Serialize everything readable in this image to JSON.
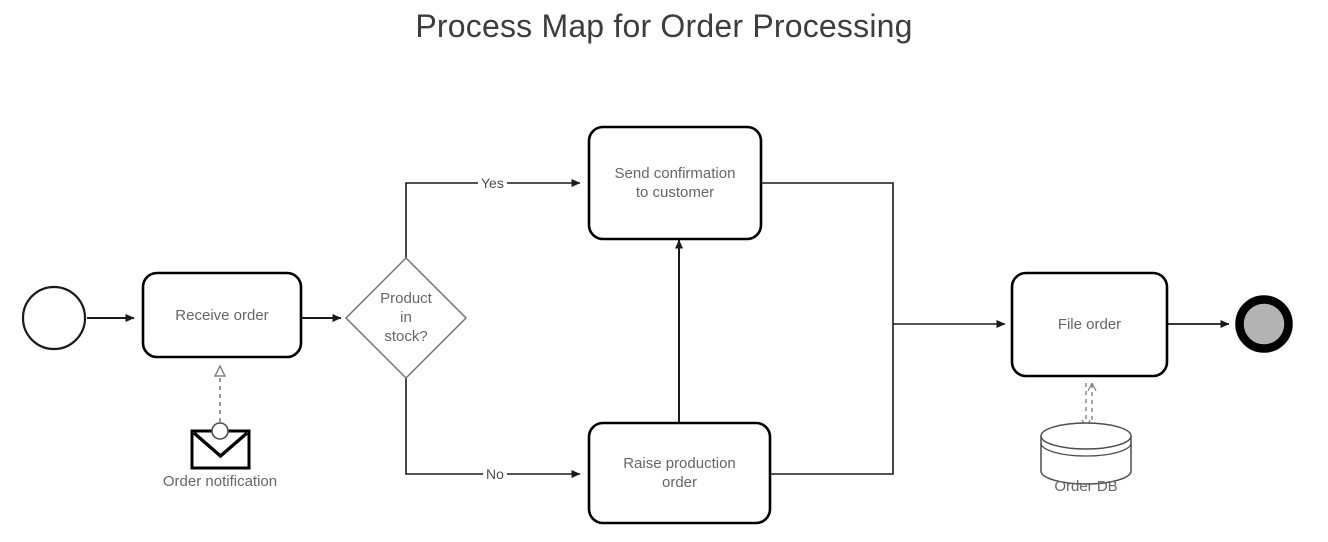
{
  "title": "Process Map for Order Processing",
  "colors": {
    "background": "#ffffff",
    "task_stroke": "#000000",
    "gateway_stroke": "#666666",
    "label_text": "#666666",
    "title_text": "#3d3d3d",
    "end_event_fill": "#b3b3b3",
    "association_stroke": "#808080"
  },
  "nodes": {
    "start_event": {
      "type": "start-event",
      "label": ""
    },
    "receive_order": {
      "type": "task",
      "label": "Receive order"
    },
    "gateway": {
      "type": "gateway",
      "label": "Product\nin\nstock?"
    },
    "send_confirmation": {
      "type": "task",
      "label": "Send confirmation\nto customer"
    },
    "raise_production": {
      "type": "task",
      "label": "Raise production\norder"
    },
    "file_order": {
      "type": "task",
      "label": "File order"
    },
    "end_event": {
      "type": "end-event",
      "label": ""
    },
    "order_notification": {
      "type": "message-event",
      "label": "Order notification"
    },
    "order_db": {
      "type": "data-store",
      "label": "Order DB"
    }
  },
  "edges": [
    {
      "from": "start_event",
      "to": "receive_order",
      "label": ""
    },
    {
      "from": "receive_order",
      "to": "gateway",
      "label": ""
    },
    {
      "from": "gateway",
      "to": "send_confirmation",
      "label": "Yes"
    },
    {
      "from": "gateway",
      "to": "raise_production",
      "label": "No"
    },
    {
      "from": "raise_production",
      "to": "send_confirmation",
      "label": ""
    },
    {
      "from": "send_confirmation",
      "to": "file_order",
      "label": ""
    },
    {
      "from": "raise_production",
      "to": "file_order",
      "label": ""
    },
    {
      "from": "file_order",
      "to": "end_event",
      "label": ""
    },
    {
      "from": "order_notification",
      "to": "receive_order",
      "label": ""
    },
    {
      "from": "file_order",
      "to": "order_db",
      "label": ""
    }
  ]
}
